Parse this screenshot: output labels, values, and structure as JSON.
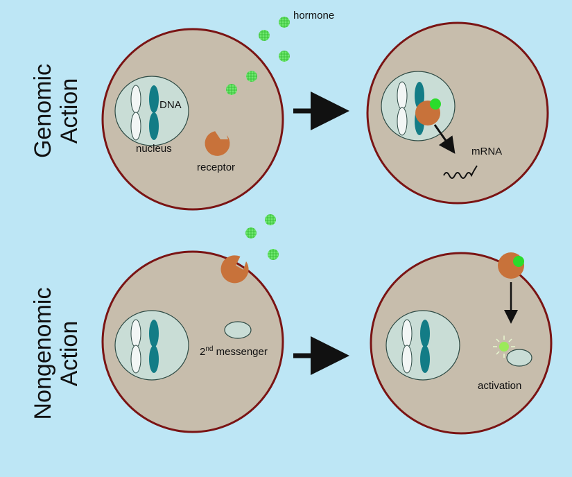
{
  "rows": {
    "genomic": {
      "line1": "Genomic",
      "line2": "Action"
    },
    "nongenomic": {
      "line1": "Nongenomic",
      "line2": "Action"
    }
  },
  "labels": {
    "hormone": "hormone",
    "dna": "DNA",
    "nucleus": "nucleus",
    "receptor": "receptor",
    "mrna": "mRNA",
    "second_messenger_num": "2",
    "second_messenger_sup": "nd",
    "second_messenger_word": " messenger",
    "activation": "activation"
  },
  "colors": {
    "background": "#bde6f5",
    "cell_fill": "#c7bdac",
    "cell_border": "#7a1414",
    "nucleus_fill": "#c9ddd6",
    "chromosome": "#137c86",
    "receptor": "#c8723a",
    "hormone": "#5ce85c",
    "arrow": "#111111"
  }
}
